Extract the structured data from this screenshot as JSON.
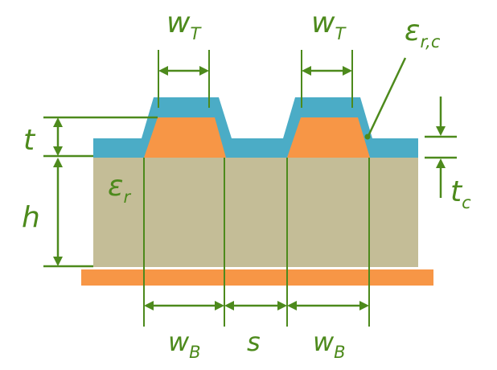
{
  "colors": {
    "ground_plane": "#f79646",
    "trace": "#f79646",
    "dielectric": "#c4bd97",
    "coating": "#4bacc6",
    "annotation": "#4d8a1c",
    "background": "#ffffff"
  },
  "labels": {
    "wt_left": {
      "main": "w",
      "sub": "T"
    },
    "wt_right": {
      "main": "w",
      "sub": "T"
    },
    "er_c": {
      "main": "ε",
      "sub": "r,c"
    },
    "t": "t",
    "h": "h",
    "er": {
      "main": "ε",
      "sub": "r"
    },
    "tc": {
      "main": "t",
      "sub": "c"
    },
    "wb_left": {
      "main": "w",
      "sub": "B"
    },
    "s": "s",
    "wb_right": {
      "main": "w",
      "sub": "B"
    }
  }
}
